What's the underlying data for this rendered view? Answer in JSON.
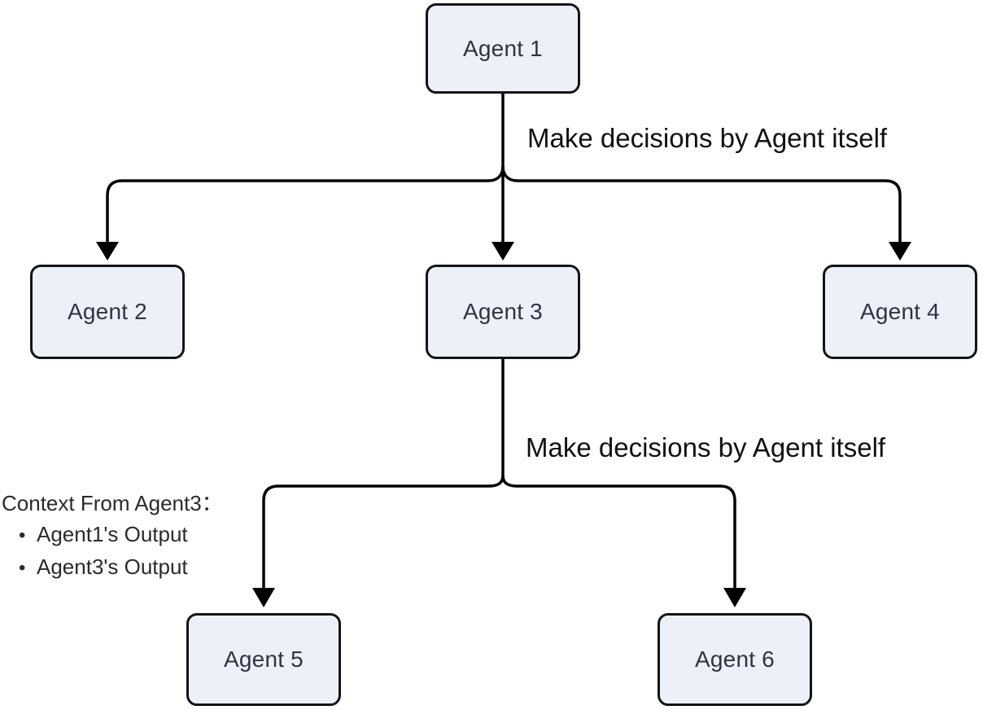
{
  "diagram": {
    "nodes": [
      {
        "id": "agent1",
        "label": "Agent 1"
      },
      {
        "id": "agent2",
        "label": "Agent 2"
      },
      {
        "id": "agent3",
        "label": "Agent 3"
      },
      {
        "id": "agent4",
        "label": "Agent 4"
      },
      {
        "id": "agent5",
        "label": "Agent 5"
      },
      {
        "id": "agent6",
        "label": "Agent 6"
      }
    ],
    "edge_labels": [
      {
        "from": "agent1",
        "text": "Make decisions by Agent itself"
      },
      {
        "from": "agent3",
        "text": "Make decisions by Agent itself"
      }
    ],
    "context_note": {
      "title": "Context From Agent3：",
      "items": [
        "Agent1's Output",
        "Agent3's Output"
      ]
    },
    "colors": {
      "node_fill": "#ecf1f9",
      "node_border": "#141414",
      "node_text": "#2f3540",
      "edge": "#000000",
      "label_text": "#111111",
      "note_text": "#2b2b2b"
    }
  }
}
